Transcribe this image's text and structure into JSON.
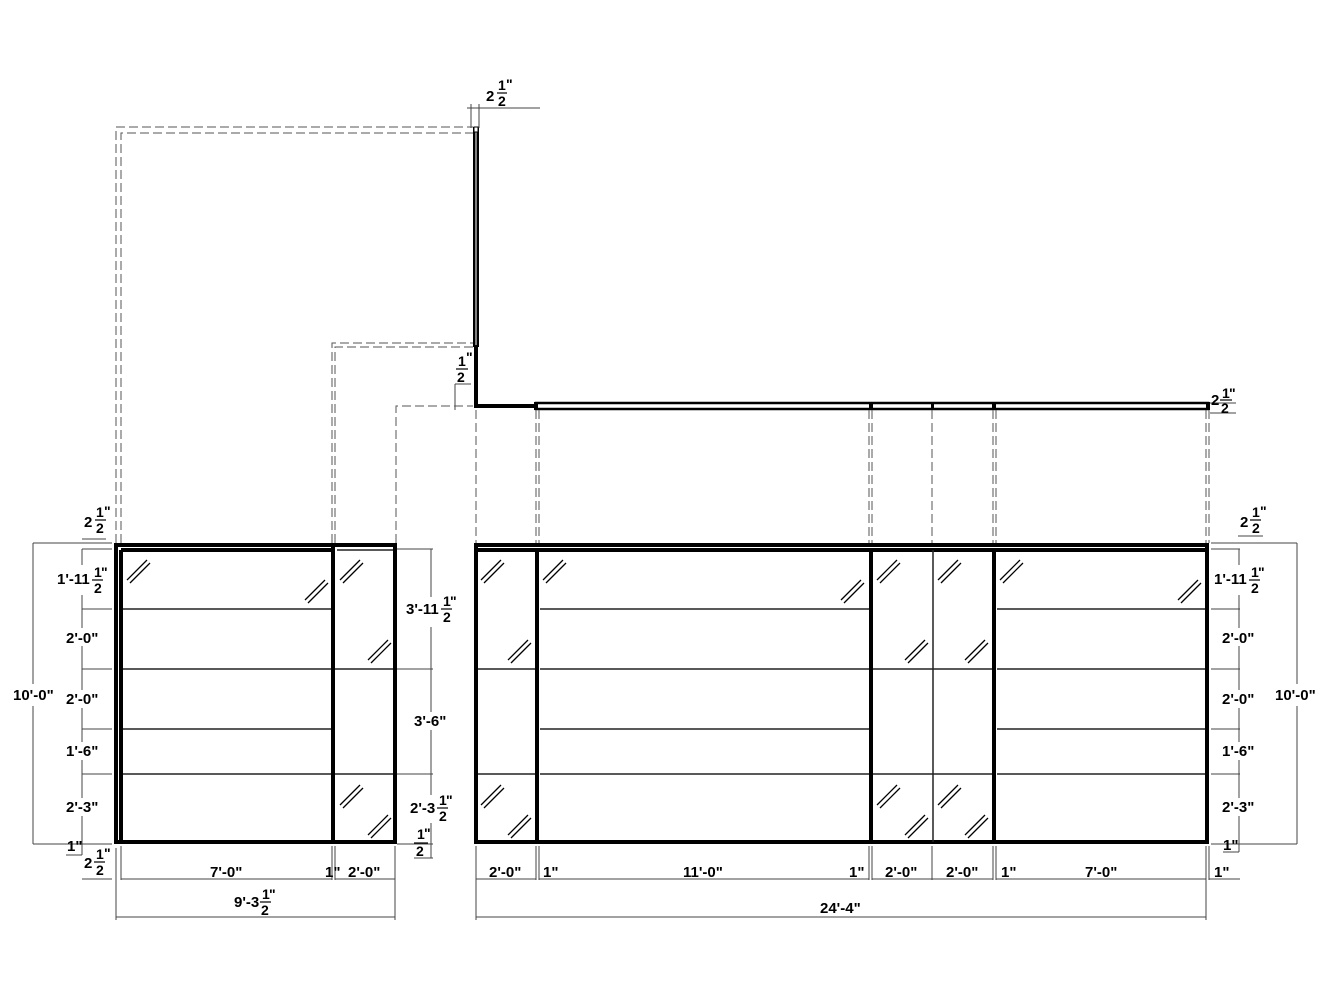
{
  "drawing": {
    "type": "architectural-elevation-and-plan",
    "plan_view": {
      "wall_thickness_top_label": "2½\"",
      "wall_offset_label": "½\"",
      "wall_thickness_right_label": "2½\""
    },
    "left_elevation": {
      "overall_width": "9'-3½\"",
      "overall_height": "10'-0\"",
      "top_frame": "2½\"",
      "bottom_frame": "2½\"",
      "left_row_dims": [
        "1'-11½\"",
        "2'-0\"",
        "2'-0\"",
        "1'-6\"",
        "2'-3\"",
        "1\""
      ],
      "right_col_dims": [
        "3'-11½\"",
        "3'-6\"",
        "2'-3½\"",
        "½\""
      ],
      "bottom_dims": [
        "7'-0\"",
        "1\"",
        "2'-0\""
      ]
    },
    "right_elevation": {
      "overall_width": "24'-4\"",
      "overall_height": "10'-0\"",
      "top_frame": "2½\"",
      "right_row_dims": [
        "1'-11½\"",
        "2'-0\"",
        "2'-0\"",
        "1'-6\"",
        "2'-3\"",
        "1\""
      ],
      "bottom_dims": [
        "2'-0\"",
        "1\"",
        "11'-0\"",
        "1\"",
        "2'-0\"",
        "2'-0\"",
        "1\"",
        "7'-0\"",
        "1\""
      ]
    }
  },
  "labels": {
    "plan_top_whole": "2",
    "plan_right_whole": "2",
    "half_num": "1",
    "half_den": "2",
    "inch": "\"",
    "l_top_whole": "2",
    "l_bot_whole": "2",
    "l_r1_main": "1'-11",
    "l_r2": "2'-0\"",
    "l_r3": "2'-0\"",
    "l_r4": "1'-6\"",
    "l_r5": "2'-3\"",
    "l_r6": "1\"",
    "l_overall_h": "10'-0\"",
    "l_c1_main": "3'-11",
    "l_c2": "3'-6\"",
    "l_c3_main": "2'-3",
    "l_b1": "7'-0\"",
    "l_b2": "1\"",
    "l_b3": "2'-0\"",
    "l_overall_w_main": "9'-3",
    "r_top_whole": "2",
    "r_r1_main": "1'-11",
    "r_r2": "2'-0\"",
    "r_r3": "2'-0\"",
    "r_r4": "1'-6\"",
    "r_r5": "2'-3\"",
    "r_r6": "1\"",
    "r_overall_h": "10'-0\"",
    "r_b1": "2'-0\"",
    "r_b2": "1\"",
    "r_b3": "11'-0\"",
    "r_b4": "1\"",
    "r_b5": "2'-0\"",
    "r_b6": "2'-0\"",
    "r_b7": "1\"",
    "r_b8": "7'-0\"",
    "r_b9": "1\"",
    "r_overall_w": "24'-4\""
  }
}
